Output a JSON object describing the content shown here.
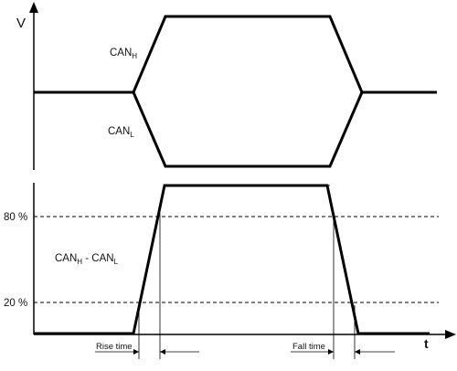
{
  "axes": {
    "y_label": "V",
    "x_label": "t"
  },
  "bus_signals": {
    "can_h": {
      "base": "CAN",
      "sub": "H"
    },
    "can_l": {
      "base": "CAN",
      "sub": "L"
    }
  },
  "differential": {
    "label_part1": "CAN",
    "sub1": "H",
    "label_part2": " - CAN",
    "sub2": "L"
  },
  "thresholds": [
    {
      "label": "80 %",
      "percent": 80
    },
    {
      "label": "20 %",
      "percent": 20
    }
  ],
  "timing": {
    "rise_label": "Rise time",
    "fall_label": "Fall time"
  },
  "colors": {
    "line": "#000000",
    "dashed": "#000000"
  }
}
